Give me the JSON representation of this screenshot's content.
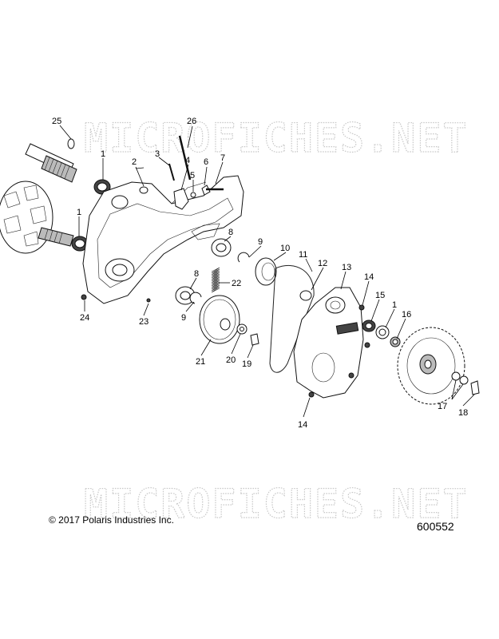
{
  "watermark": {
    "top": "MICROFICHES.NET",
    "bottom": "MICROFICHES.NET"
  },
  "copyright": "© 2017 Polaris Industries Inc.",
  "diagram_number": "600552",
  "callouts": [
    {
      "id": "25",
      "label": "25"
    },
    {
      "id": "26",
      "label": "26"
    },
    {
      "id": "1a",
      "label": "1"
    },
    {
      "id": "3",
      "label": "3"
    },
    {
      "id": "2",
      "label": "2"
    },
    {
      "id": "4",
      "label": "4"
    },
    {
      "id": "6",
      "label": "6"
    },
    {
      "id": "7",
      "label": "7"
    },
    {
      "id": "5",
      "label": "5"
    },
    {
      "id": "1b",
      "label": "1"
    },
    {
      "id": "8a",
      "label": "8"
    },
    {
      "id": "9a",
      "label": "9"
    },
    {
      "id": "10",
      "label": "10"
    },
    {
      "id": "11",
      "label": "11"
    },
    {
      "id": "12",
      "label": "12"
    },
    {
      "id": "13",
      "label": "13"
    },
    {
      "id": "14a",
      "label": "14"
    },
    {
      "id": "8b",
      "label": "8"
    },
    {
      "id": "22",
      "label": "22"
    },
    {
      "id": "15",
      "label": "15"
    },
    {
      "id": "1c",
      "label": "1"
    },
    {
      "id": "16",
      "label": "16"
    },
    {
      "id": "24",
      "label": "24"
    },
    {
      "id": "23",
      "label": "23"
    },
    {
      "id": "9b",
      "label": "9"
    },
    {
      "id": "21",
      "label": "21"
    },
    {
      "id": "20",
      "label": "20"
    },
    {
      "id": "19",
      "label": "19"
    },
    {
      "id": "17",
      "label": "17"
    },
    {
      "id": "18",
      "label": "18"
    },
    {
      "id": "14b",
      "label": "14"
    }
  ]
}
